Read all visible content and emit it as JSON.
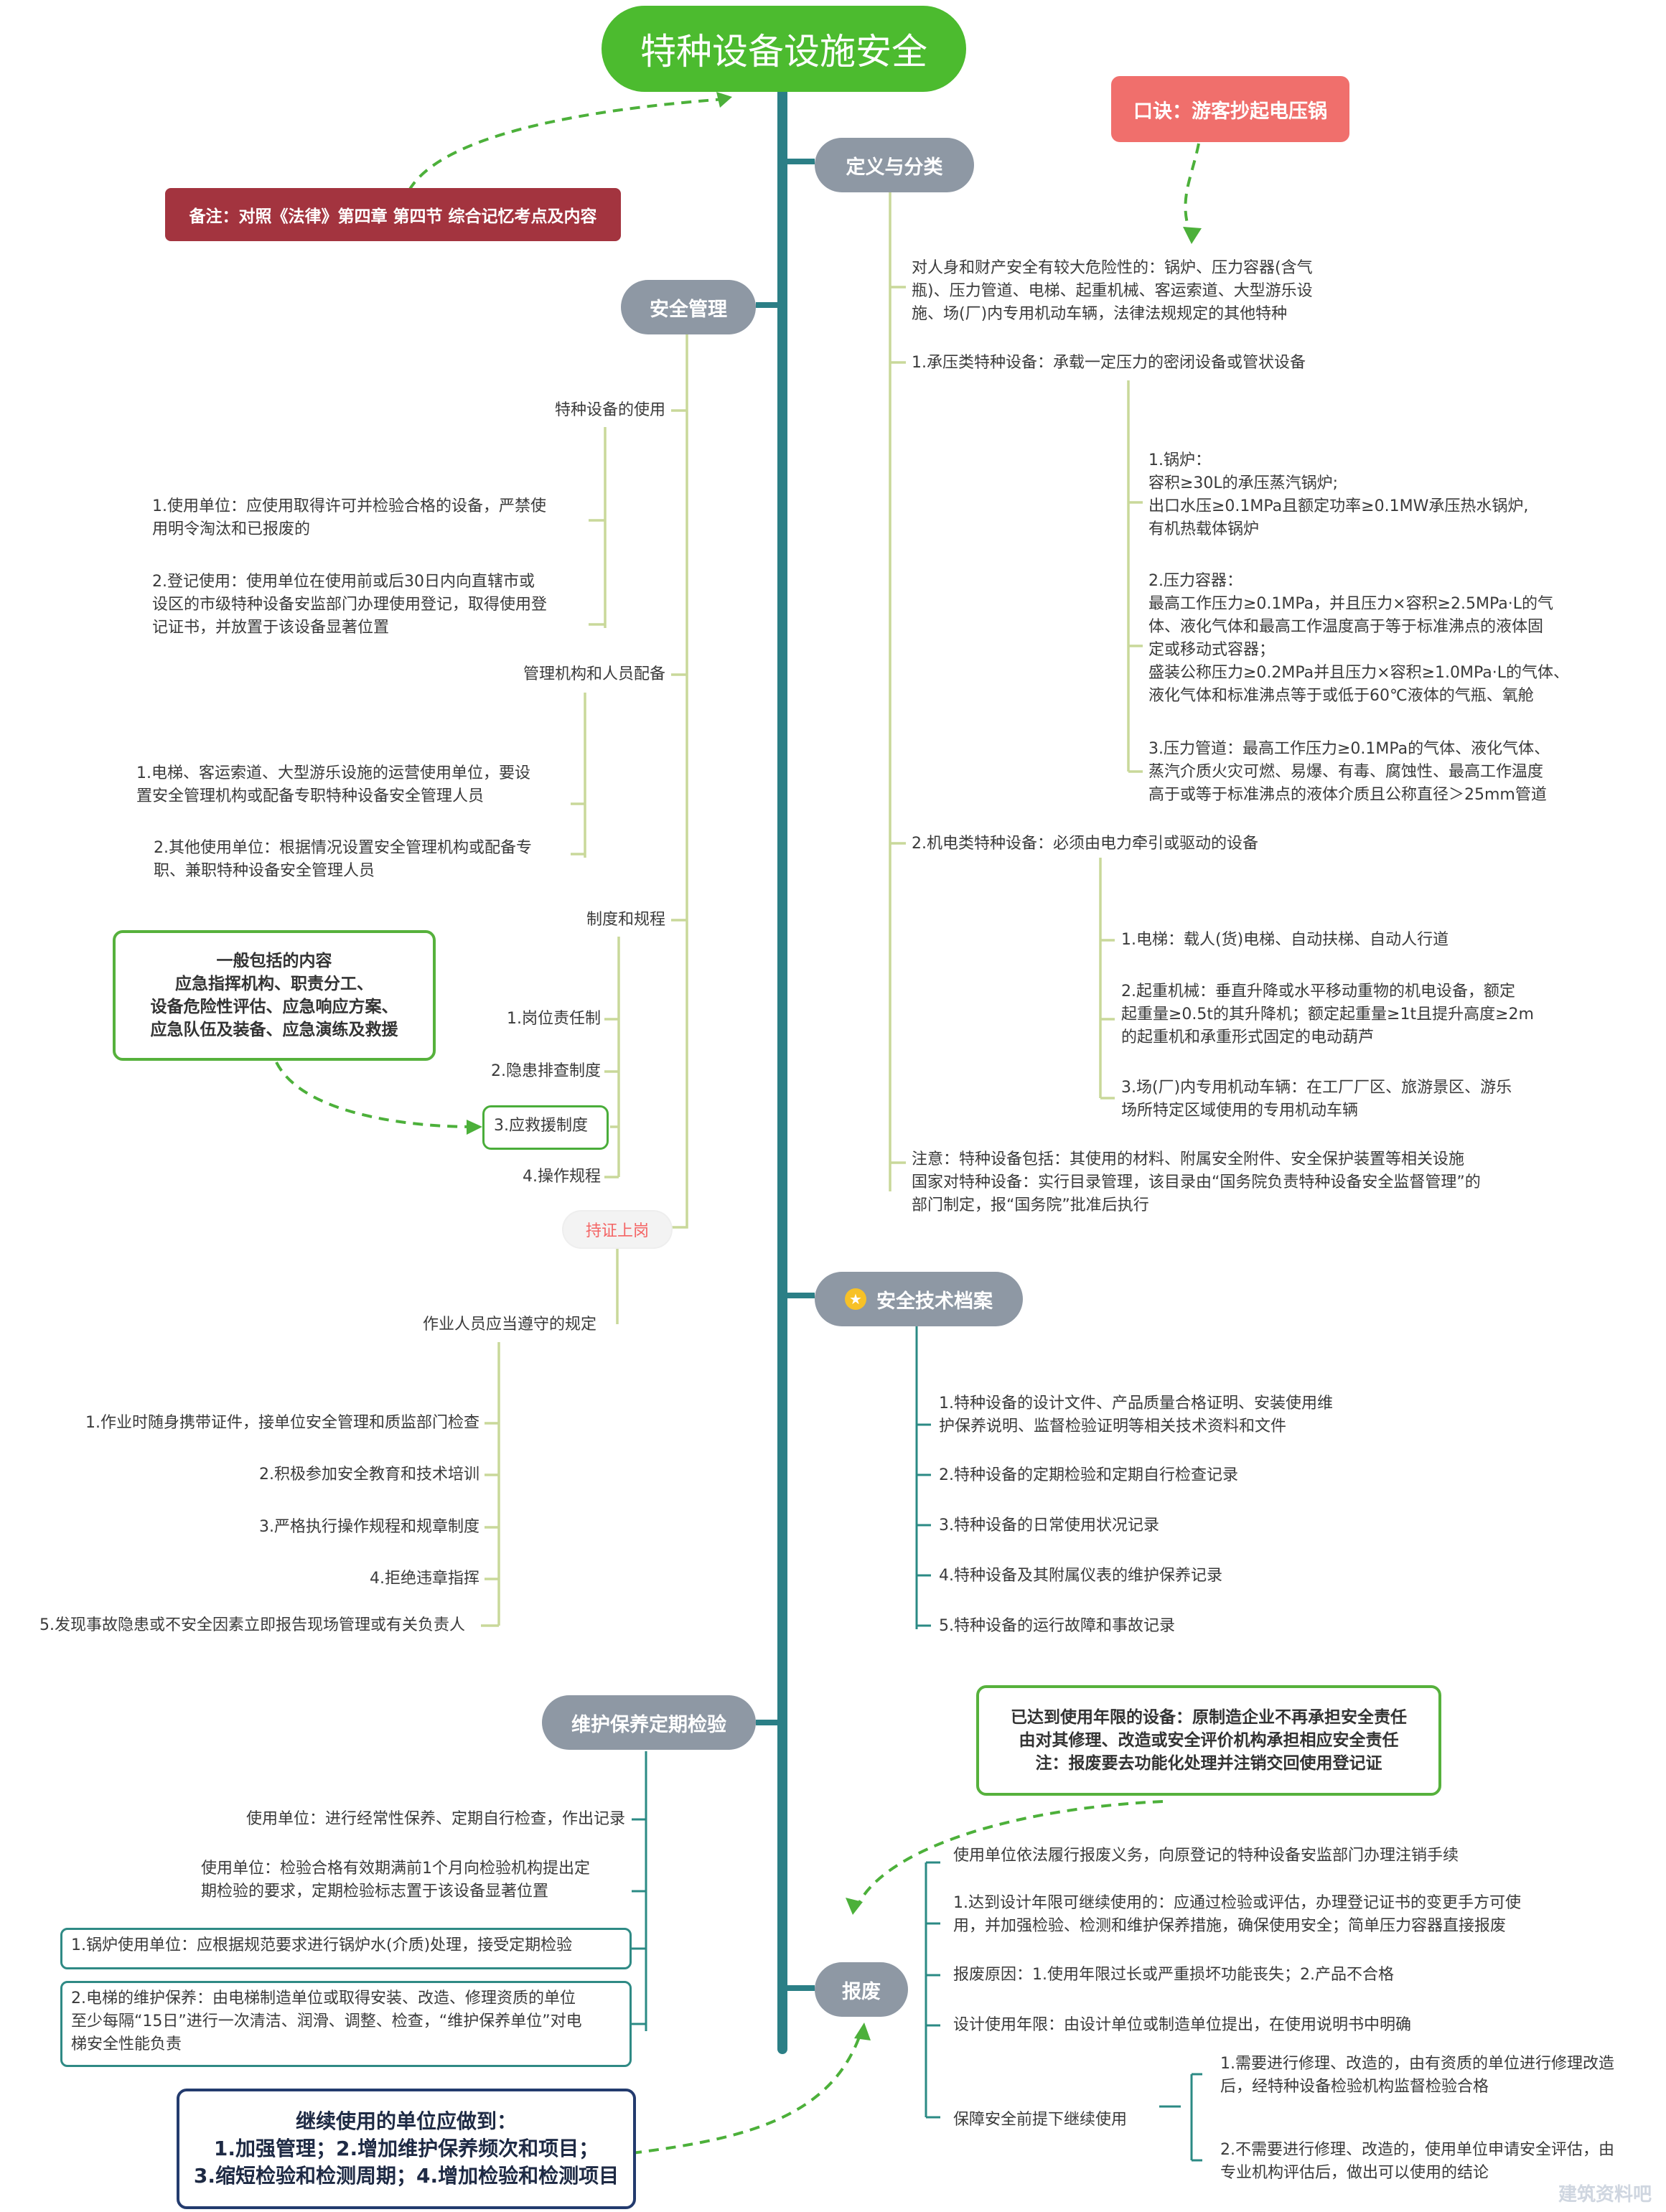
{
  "title": "特种设备设施安全",
  "notes": {
    "remark": "备注：对照《法律》第四章 第四节 综合记忆考点及内容",
    "mnemonic": "口诀：游客抄起电压锅"
  },
  "definition": {
    "label": "定义与分类",
    "intro": [
      "对人身和财产安全有较大危险性的：锅炉、压力容器(含气",
      "瓶)、压力管道、电梯、起重机械、客运索道、大型游乐设",
      "施、场(厂)内专用机动车辆，法律法规规定的其他特种"
    ],
    "pressure": "1.承压类特种设备：承载一定压力的密闭设备或管状设备",
    "boiler": [
      "1.锅炉：",
      "容积≥30L的承压蒸汽锅炉;",
      "出口水压≥0.1MPa且额定功率≥0.1MW承压热水锅炉,",
      "有机热载体锅炉"
    ],
    "vessel": [
      "2.压力容器：",
      "最高工作压力≥0.1MPa，并且压力×容积≥2.5MPa·L的气",
      "体、液化气体和最高工作温度高于等于标准沸点的液体固",
      "定或移动式容器；",
      "盛装公称压力≥0.2MPa并且压力×容积≥1.0MPa·L的气体、",
      "液化气体和标准沸点等于或低于60℃液体的气瓶、氧舱"
    ],
    "pipe": [
      "3.压力管道：最高工作压力≥0.1MPa的气体、液化气体、",
      "蒸汽介质火灾可燃、易爆、有毒、腐蚀性、最高工作温度",
      "高于或等于标准沸点的液体介质且公称直径＞25mm管道"
    ],
    "electro": "2.机电类特种设备：必须由电力牵引或驱动的设备",
    "elevator": "1.电梯：载人(货)电梯、自动扶梯、自动人行道",
    "crane": [
      "2.起重机械：垂直升降或水平移动重物的机电设备，额定",
      "起重量≥0.5t的其升降机；额定起重量≥1t且提升高度≥2m",
      "的起重机和承重形式固定的电动葫芦"
    ],
    "vehicle": [
      "3.场(厂)内专用机动车辆：在工厂厂区、旅游景区、游乐",
      "场所特定区域使用的专用机动车辆"
    ],
    "notice": [
      "注意：特种设备包括：其使用的材料、附属安全附件、安全保护装置等相关设施",
      "国家对特种设备：实行目录管理，该目录由“国务院负责特种设备安全监督管理”的",
      "部门制定，报“国务院”批准后执行"
    ]
  },
  "safety_mgmt": {
    "label": "安全管理",
    "use": "特种设备的使用",
    "use1": [
      "1.使用单位：应使用取得许可并检验合格的设备，严禁使",
      "用明令淘汰和已报废的"
    ],
    "use2": [
      "2.登记使用：使用单位在使用前或后30日内向直辖市或",
      "设区的市级特种设备安监部门办理使用登记，取得使用登",
      "记证书，并放置于该设备显著位置"
    ],
    "org": "管理机构和人员配备",
    "org1": [
      "1.电梯、客运索道、大型游乐设施的运营使用单位，要设",
      "置安全管理机构或配备专职特种设备安全管理人员"
    ],
    "org2": [
      "2.其他使用单位：根据情况设置安全管理机构或配备专",
      "职、兼职特种设备安全管理人员"
    ],
    "rules": "制度和规程",
    "rule1": "1.岗位责任制",
    "rule2": "2.隐患排查制度",
    "rule3": "3.应救援制度",
    "rule4": "4.操作规程",
    "rescue_box": [
      "一般包括的内容",
      "应急指挥机构、职责分工、",
      "设备危险性评估、应急响应方案、",
      "应急队伍及装备、应急演练及救援"
    ],
    "cert": "持证上岗",
    "worker": "作业人员应当遵守的规定",
    "w1": "1.作业时随身携带证件，接单位安全管理和质监部门检查",
    "w2": "2.积极参加安全教育和技术培训",
    "w3": "3.严格执行操作规程和规章制度",
    "w4": "4.拒绝违章指挥",
    "w5": "5.发现事故隐患或不安全因素立即报告现场管理或有关负责人"
  },
  "archive": {
    "label": "安全技术档案",
    "a1": [
      "1.特种设备的设计文件、产品质量合格证明、安装使用维",
      "护保养说明、监督检验证明等相关技术资料和文件"
    ],
    "a2": "2.特种设备的定期检验和定期自行检查记录",
    "a3": "3.特种设备的日常使用状况记录",
    "a4": "4.特种设备及其附属仪表的维护保养记录",
    "a5": "5.特种设备的运行故障和事故记录"
  },
  "maintenance": {
    "label": "维护保养定期检验",
    "m1": "使用单位：进行经常性保养、定期自行检查，作出记录",
    "m2": [
      "使用单位：检验合格有效期满前1个月向检验机构提出定",
      "期检验的要求，定期检验标志置于该设备显著位置"
    ],
    "m3": "1.锅炉使用单位：应根据规范要求进行锅炉水(介质)处理，接受定期检验",
    "m4": [
      "2.电梯的维护保养：由电梯制造单位或取得安装、改造、修理资质的单位",
      "至少每隔“15日”进行一次清洁、润滑、调整、检查，“维护保养单位”对电",
      "梯安全性能负责"
    ],
    "continue_box": [
      "继续使用的单位应做到：",
      "1.加强管理；2.增加维护保养频次和项目；",
      "3.缩短检验和检测周期；4.增加检验和检测项目"
    ]
  },
  "scrap": {
    "label": "报废",
    "expired_box": [
      "已达到使用年限的设备：原制造企业不再承担安全责任",
      "由对其修理、改造或安全评价机构承担相应安全责任",
      "注：报废要去功能化处理并注销交回使用登记证"
    ],
    "s1": "使用单位依法履行报废义务，向原登记的特种设备安监部门办理注销手续",
    "s2": [
      "1.达到设计年限可继续使用的：应通过检验或评估，办理登记证书的变更手方可使",
      "用，并加强检验、检测和维护保养措施，确保使用安全；简单压力容器直接报废"
    ],
    "s3": "报废原因：1.使用年限过长或严重损坏功能丧失；2.产品不合格",
    "s4": "设计使用年限：由设计单位或制造单位提出，在使用说明书中明确",
    "s5": "保障安全前提下继续使用",
    "s5a": [
      "1.需要进行修理、改造的，由有资质的单位进行修理改造",
      "后，经特种设备检验机构监督检验合格"
    ],
    "s5b": [
      "2.不需要进行修理、改造的，使用单位申请安全评估，由",
      "专业机构评估后，做出可以使用的结论"
    ]
  },
  "watermark": "建筑资料吧",
  "colors": {
    "trunk": "#2b7f86",
    "branch": "#c9d89a",
    "root": "#4cbb2f",
    "pill": "#8e98a4"
  }
}
